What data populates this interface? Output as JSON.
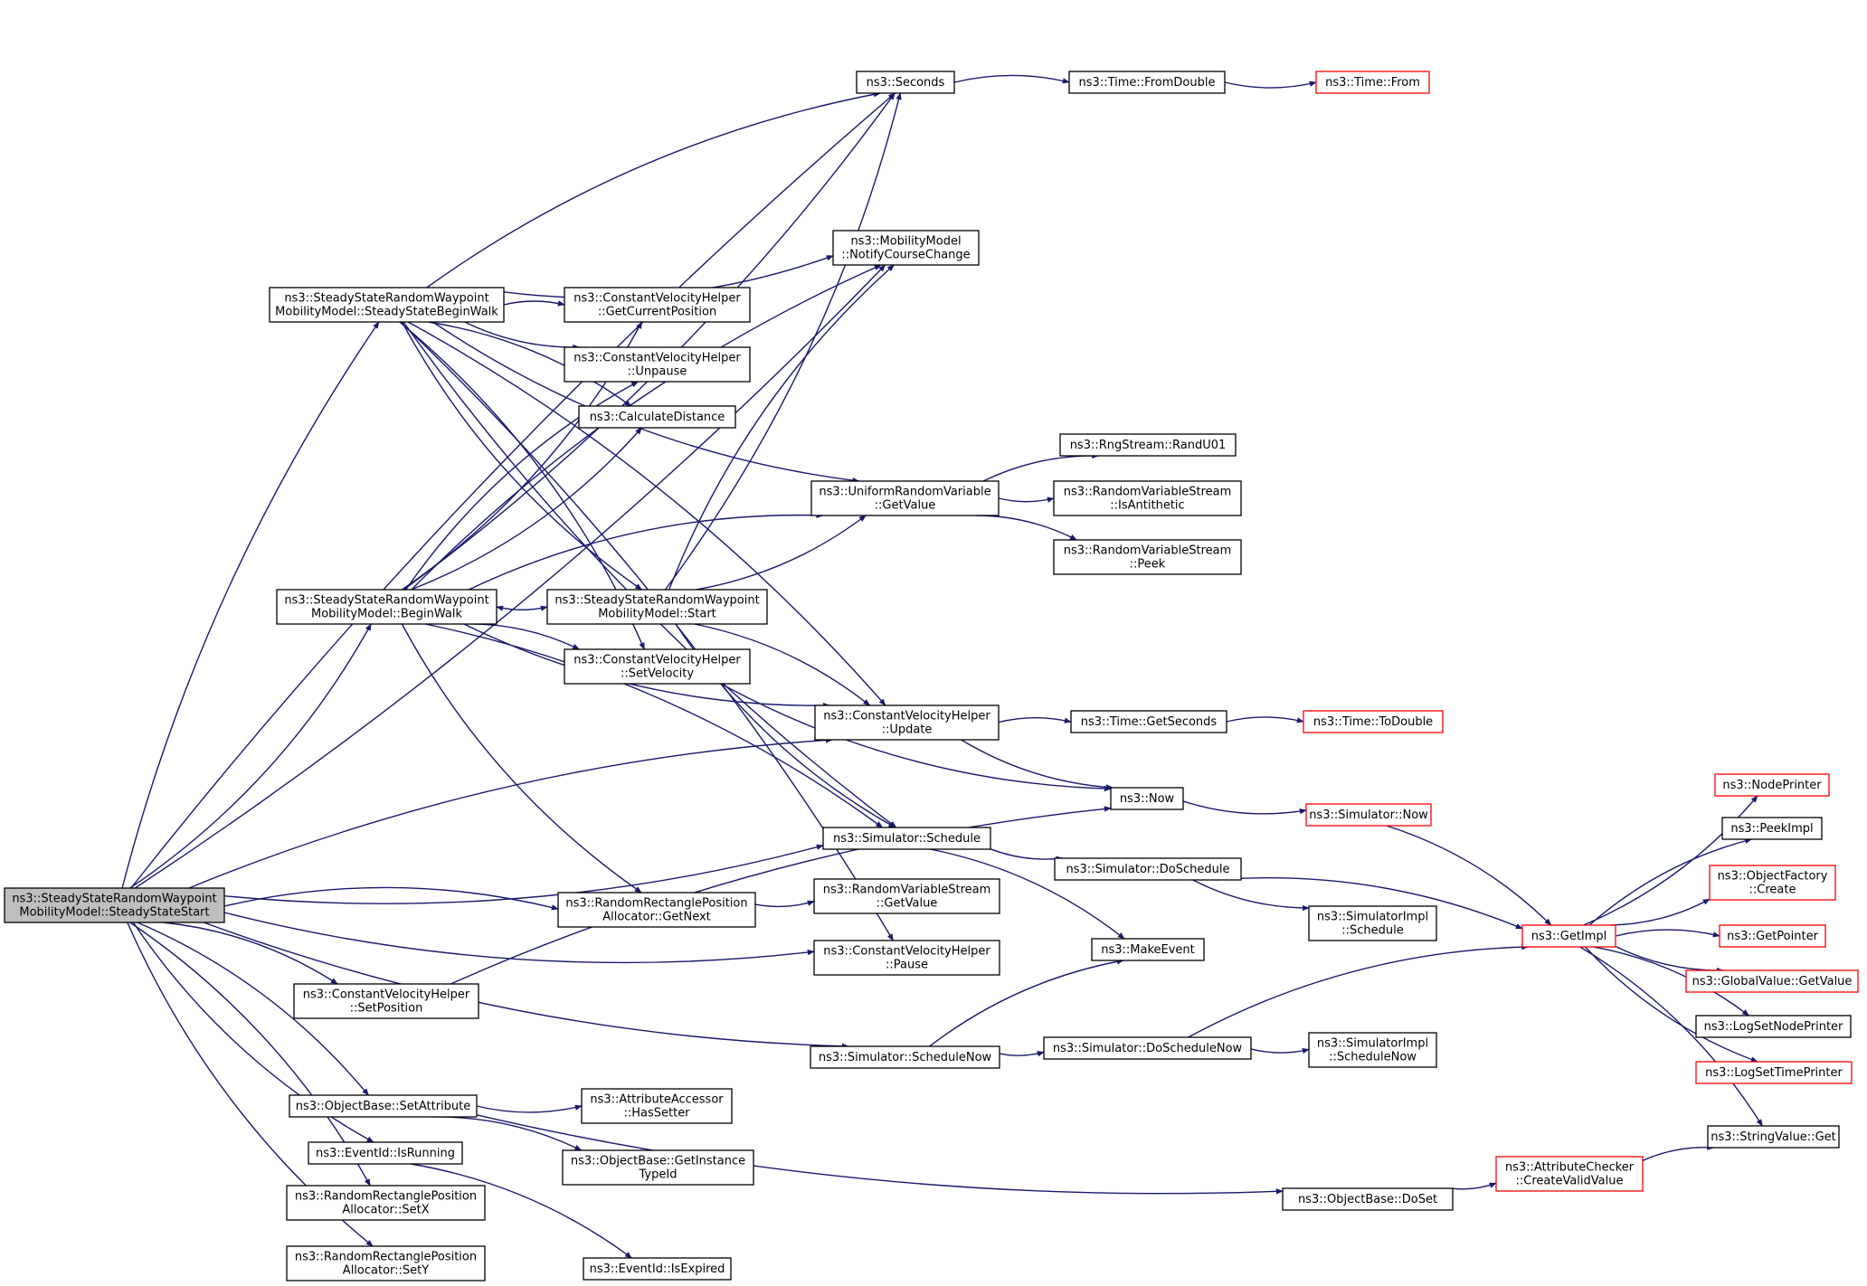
{
  "colors": {
    "edge": "#191970",
    "node_border": "#000000",
    "truncated_border": "#ff0000",
    "root_fill": "#bfbfbf",
    "node_fill": "#ffffff",
    "text": "#000000"
  },
  "nodes": [
    {
      "id": "root",
      "lines": [
        "ns3::SteadyStateRandomWaypoint",
        "MobilityModel::SteadyStateStart"
      ],
      "style": "root"
    },
    {
      "id": "ssbw",
      "lines": [
        "ns3::SteadyStateRandomWaypoint",
        "MobilityModel::SteadyStateBeginWalk"
      ]
    },
    {
      "id": "bw",
      "lines": [
        "ns3::SteadyStateRandomWaypoint",
        "MobilityModel::BeginWalk"
      ]
    },
    {
      "id": "start",
      "lines": [
        "ns3::SteadyStateRandomWaypoint",
        "MobilityModel::Start"
      ]
    },
    {
      "id": "seconds",
      "lines": [
        "ns3::Seconds"
      ]
    },
    {
      "id": "fromdouble",
      "lines": [
        "ns3::Time::FromDouble"
      ]
    },
    {
      "id": "from",
      "lines": [
        "ns3::Time::From"
      ],
      "style": "truncated"
    },
    {
      "id": "notify",
      "lines": [
        "ns3::MobilityModel",
        "::NotifyCourseChange"
      ]
    },
    {
      "id": "getcurpos",
      "lines": [
        "ns3::ConstantVelocityHelper",
        "::GetCurrentPosition"
      ]
    },
    {
      "id": "unpause",
      "lines": [
        "ns3::ConstantVelocityHelper",
        "::Unpause"
      ]
    },
    {
      "id": "calcdist",
      "lines": [
        "ns3::CalculateDistance"
      ]
    },
    {
      "id": "randu01",
      "lines": [
        "ns3::RngStream::RandU01"
      ]
    },
    {
      "id": "urvget",
      "lines": [
        "ns3::UniformRandomVariable",
        "::GetValue"
      ]
    },
    {
      "id": "isanti",
      "lines": [
        "ns3::RandomVariableStream",
        "::IsAntithetic"
      ]
    },
    {
      "id": "peek",
      "lines": [
        "ns3::RandomVariableStream",
        "::Peek"
      ]
    },
    {
      "id": "setvel",
      "lines": [
        "ns3::ConstantVelocityHelper",
        "::SetVelocity"
      ]
    },
    {
      "id": "update",
      "lines": [
        "ns3::ConstantVelocityHelper",
        "::Update"
      ]
    },
    {
      "id": "getsec",
      "lines": [
        "ns3::Time::GetSeconds"
      ]
    },
    {
      "id": "todouble",
      "lines": [
        "ns3::Time::ToDouble"
      ],
      "style": "truncated"
    },
    {
      "id": "now",
      "lines": [
        "ns3::Now"
      ]
    },
    {
      "id": "simnow",
      "lines": [
        "ns3::Simulator::Now"
      ],
      "style": "truncated"
    },
    {
      "id": "schedule",
      "lines": [
        "ns3::Simulator::Schedule"
      ]
    },
    {
      "id": "dosched",
      "lines": [
        "ns3::Simulator::DoSchedule"
      ]
    },
    {
      "id": "simimplsched",
      "lines": [
        "ns3::SimulatorImpl",
        "::Schedule"
      ]
    },
    {
      "id": "getnext",
      "lines": [
        "ns3::RandomRectanglePosition",
        "Allocator::GetNext"
      ]
    },
    {
      "id": "rvsget",
      "lines": [
        "ns3::RandomVariableStream",
        "::GetValue"
      ]
    },
    {
      "id": "pause",
      "lines": [
        "ns3::ConstantVelocityHelper",
        "::Pause"
      ]
    },
    {
      "id": "makeevent",
      "lines": [
        "ns3::MakeEvent"
      ]
    },
    {
      "id": "setpos",
      "lines": [
        "ns3::ConstantVelocityHelper",
        "::SetPosition"
      ]
    },
    {
      "id": "schednow",
      "lines": [
        "ns3::Simulator::ScheduleNow"
      ]
    },
    {
      "id": "doschednow",
      "lines": [
        "ns3::Simulator::DoScheduleNow"
      ]
    },
    {
      "id": "simimplschednow",
      "lines": [
        "ns3::SimulatorImpl",
        "::ScheduleNow"
      ]
    },
    {
      "id": "setattr",
      "lines": [
        "ns3::ObjectBase::SetAttribute"
      ]
    },
    {
      "id": "hassetter",
      "lines": [
        "ns3::AttributeAccessor",
        "::HasSetter"
      ]
    },
    {
      "id": "getinst",
      "lines": [
        "ns3::ObjectBase::GetInstance",
        "TypeId"
      ]
    },
    {
      "id": "isrunning",
      "lines": [
        "ns3::EventId::IsRunning"
      ]
    },
    {
      "id": "isexpired",
      "lines": [
        "ns3::EventId::IsExpired"
      ]
    },
    {
      "id": "setx",
      "lines": [
        "ns3::RandomRectanglePosition",
        "Allocator::SetX"
      ]
    },
    {
      "id": "sety",
      "lines": [
        "ns3::RandomRectanglePosition",
        "Allocator::SetY"
      ]
    },
    {
      "id": "doset",
      "lines": [
        "ns3::ObjectBase::DoSet"
      ]
    },
    {
      "id": "createvalid",
      "lines": [
        "ns3::AttributeChecker",
        "::CreateValidValue"
      ],
      "style": "truncated"
    },
    {
      "id": "getimpl",
      "lines": [
        "ns3::GetImpl"
      ],
      "style": "truncated"
    },
    {
      "id": "nodeprinter",
      "lines": [
        "ns3::NodePrinter"
      ],
      "style": "truncated"
    },
    {
      "id": "peekimpl",
      "lines": [
        "ns3::PeekImpl"
      ]
    },
    {
      "id": "objfactory",
      "lines": [
        "ns3::ObjectFactory",
        "::Create"
      ],
      "style": "truncated"
    },
    {
      "id": "getpointer",
      "lines": [
        "ns3::GetPointer"
      ],
      "style": "truncated"
    },
    {
      "id": "globalget",
      "lines": [
        "ns3::GlobalValue::GetValue"
      ],
      "style": "truncated"
    },
    {
      "id": "lognode",
      "lines": [
        "ns3::LogSetNodePrinter"
      ]
    },
    {
      "id": "logtime",
      "lines": [
        "ns3::LogSetTimePrinter"
      ],
      "style": "truncated"
    },
    {
      "id": "strget",
      "lines": [
        "ns3::StringValue::Get"
      ]
    }
  ],
  "edges": [
    [
      "root",
      "seconds"
    ],
    [
      "root",
      "notify"
    ],
    [
      "root",
      "ssbw"
    ],
    [
      "root",
      "bw"
    ],
    [
      "root",
      "update"
    ],
    [
      "root",
      "schedule"
    ],
    [
      "root",
      "getnext"
    ],
    [
      "root",
      "pause"
    ],
    [
      "root",
      "setpos"
    ],
    [
      "root",
      "schednow"
    ],
    [
      "root",
      "setattr"
    ],
    [
      "root",
      "isrunning"
    ],
    [
      "root",
      "setx"
    ],
    [
      "root",
      "sety"
    ],
    [
      "ssbw",
      "seconds"
    ],
    [
      "ssbw",
      "notify"
    ],
    [
      "ssbw",
      "getcurpos"
    ],
    [
      "ssbw",
      "unpause"
    ],
    [
      "ssbw",
      "calcdist"
    ],
    [
      "ssbw",
      "urvget"
    ],
    [
      "ssbw",
      "update"
    ],
    [
      "ssbw",
      "start"
    ],
    [
      "ssbw",
      "setvel"
    ],
    [
      "ssbw",
      "schedule"
    ],
    [
      "ssbw",
      "pause"
    ],
    [
      "bw",
      "getcurpos"
    ],
    [
      "bw",
      "unpause"
    ],
    [
      "bw",
      "calcdist"
    ],
    [
      "bw",
      "urvget"
    ],
    [
      "bw",
      "seconds"
    ],
    [
      "bw",
      "notify"
    ],
    [
      "bw",
      "start"
    ],
    [
      "bw",
      "setvel"
    ],
    [
      "bw",
      "update"
    ],
    [
      "bw",
      "schedule"
    ],
    [
      "bw",
      "getnext"
    ],
    [
      "start",
      "bw"
    ],
    [
      "start",
      "seconds"
    ],
    [
      "start",
      "notify"
    ],
    [
      "start",
      "urvget"
    ],
    [
      "start",
      "update"
    ],
    [
      "start",
      "schedule"
    ],
    [
      "seconds",
      "fromdouble"
    ],
    [
      "fromdouble",
      "from"
    ],
    [
      "urvget",
      "randu01"
    ],
    [
      "urvget",
      "isanti"
    ],
    [
      "urvget",
      "peek"
    ],
    [
      "setvel",
      "now"
    ],
    [
      "update",
      "getsec"
    ],
    [
      "update",
      "now"
    ],
    [
      "getsec",
      "todouble"
    ],
    [
      "now",
      "simnow"
    ],
    [
      "simnow",
      "getimpl"
    ],
    [
      "schedule",
      "dosched"
    ],
    [
      "schedule",
      "makeevent"
    ],
    [
      "dosched",
      "simimplsched"
    ],
    [
      "dosched",
      "getimpl"
    ],
    [
      "getnext",
      "rvsget"
    ],
    [
      "setpos",
      "now"
    ],
    [
      "schednow",
      "doschednow"
    ],
    [
      "schednow",
      "makeevent"
    ],
    [
      "doschednow",
      "simimplschednow"
    ],
    [
      "doschednow",
      "getimpl"
    ],
    [
      "setattr",
      "hassetter"
    ],
    [
      "setattr",
      "getinst"
    ],
    [
      "setattr",
      "doset"
    ],
    [
      "isrunning",
      "isexpired"
    ],
    [
      "doset",
      "createvalid"
    ],
    [
      "createvalid",
      "strget"
    ],
    [
      "getimpl",
      "nodeprinter"
    ],
    [
      "getimpl",
      "peekimpl"
    ],
    [
      "getimpl",
      "objfactory"
    ],
    [
      "getimpl",
      "getpointer"
    ],
    [
      "getimpl",
      "globalget"
    ],
    [
      "getimpl",
      "lognode"
    ],
    [
      "getimpl",
      "logtime"
    ],
    [
      "getimpl",
      "strget"
    ]
  ]
}
